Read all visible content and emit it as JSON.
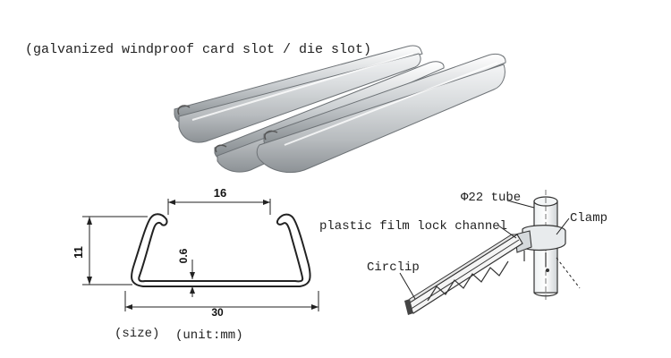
{
  "caption": "(galvanized windproof card slot / die slot)",
  "profile": {
    "dim_top": "16",
    "dim_height": "11",
    "dim_thickness": "0.6",
    "dim_bottom": "30",
    "label_size": "(size)",
    "label_unit": "(unit:mm)"
  },
  "assembly": {
    "tube_label": "Φ22 tube",
    "clamp_label": "Clamp",
    "channel_label": "plastic film lock channel",
    "circlip_label": "Circlip"
  }
}
